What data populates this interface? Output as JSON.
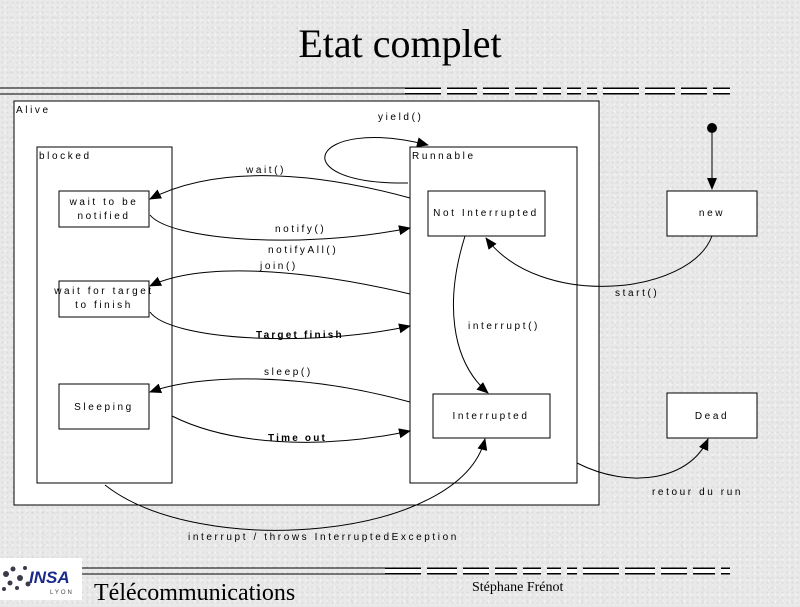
{
  "slide": {
    "title": "Etat complet",
    "footer_department": "Télécommunications",
    "footer_author": "Stéphane Frénot",
    "logo_text": "INSA",
    "logo_subtext": "LYON"
  },
  "diagram": {
    "groups": {
      "alive": "Alive",
      "blocked": "blocked",
      "runnable": "Runnable"
    },
    "states": {
      "wait_notified_line1": "wait to be",
      "wait_notified_line2": "notified",
      "wait_target_line1": "wait for target",
      "wait_target_line2": "to finish",
      "sleeping": "Sleeping",
      "not_interrupted": "Not Interrupted",
      "interrupted": "Interrupted",
      "new": "new",
      "dead": "Dead"
    },
    "transitions": {
      "yield": "yield()",
      "wait": "wait()",
      "notify": "notify()",
      "notify_all": "notifyAll()",
      "join": "join()",
      "target_finish": "Target finish",
      "sleep": "sleep()",
      "time_out": "Time out",
      "interrupt": "interrupt()",
      "start": "start()",
      "end_of_run": "retour du run",
      "interrupt_throws": "interrupt / throws InterruptedException"
    }
  }
}
